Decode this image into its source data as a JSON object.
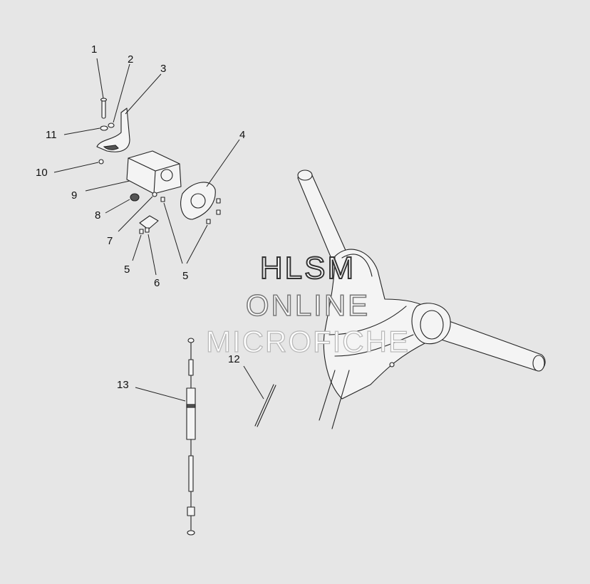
{
  "diagram": {
    "callouts": {
      "c1": "1",
      "c2": "2",
      "c3": "3",
      "c4": "4",
      "c5a": "5",
      "c5b": "5",
      "c6": "6",
      "c7": "7",
      "c8": "8",
      "c9": "9",
      "c10": "10",
      "c11": "11",
      "c12": "12",
      "c13": "13"
    }
  },
  "watermark": {
    "line1": "HLSM",
    "line2": "ONLINE",
    "line3": "MICROFICHE"
  },
  "colors": {
    "background": "#e6e6e6",
    "line": "#222222"
  }
}
